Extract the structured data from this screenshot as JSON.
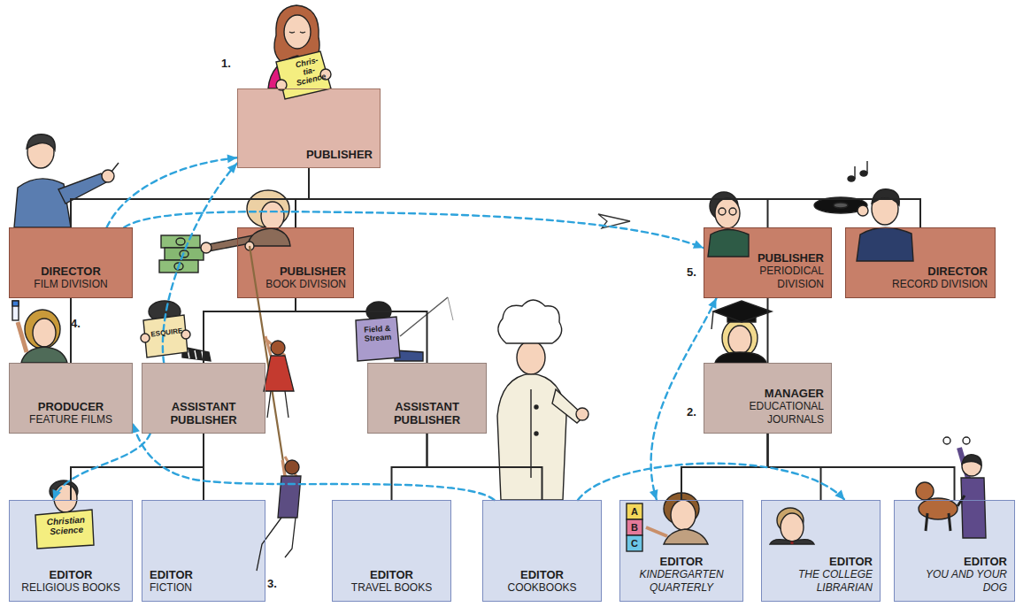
{
  "diagram": {
    "nodes": [
      {
        "text": [
          "PUBLISHER"
        ]
      },
      {
        "text": [
          "DIRECTOR",
          "FILM DIVISION"
        ]
      },
      {
        "text": [
          "PUBLISHER",
          "BOOK DIVISION"
        ]
      },
      {
        "text": [
          "PUBLISHER",
          "PERIODICAL DIVISION"
        ]
      },
      {
        "text": [
          "DIRECTOR",
          "RECORD DIVISION"
        ]
      },
      {
        "text": [
          "PRODUCER",
          "FEATURE FILMS"
        ]
      },
      {
        "text": [
          "ASSISTANT PUBLISHER"
        ]
      },
      {
        "text": [
          "ASSISTANT PUBLISHER"
        ]
      },
      {
        "text": [
          "MANAGER",
          "EDUCATIONAL JOURNALS"
        ]
      },
      {
        "text": [
          "EDITOR",
          "RELIGIOUS BOOKS"
        ]
      },
      {
        "text": [
          "EDITOR",
          "FICTION"
        ]
      },
      {
        "text": [
          "EDITOR",
          "TRAVEL BOOKS"
        ]
      },
      {
        "text": [
          "EDITOR",
          "COOKBOOKS"
        ]
      },
      {
        "text": [
          "EDITOR",
          "KINDERGARTEN QUARTERLY"
        ]
      },
      {
        "text": [
          "EDITOR",
          "THE COLLEGE LIBRARIAN"
        ]
      },
      {
        "text": [
          "EDITOR",
          "YOU AND YOUR DOG"
        ]
      }
    ],
    "edges": [
      {
        "from": 0,
        "to": 1,
        "arrow": "none"
      },
      {
        "from": 0,
        "to": 2,
        "arrow": "none"
      },
      {
        "from": 0,
        "to": 3,
        "arrow": "none"
      },
      {
        "from": 0,
        "to": 4,
        "arrow": "none"
      },
      {
        "from": 1,
        "to": 5,
        "arrow": "none"
      },
      {
        "from": 2,
        "to": 6,
        "arrow": "none"
      },
      {
        "from": 2,
        "to": 7,
        "arrow": "none"
      },
      {
        "from": 3,
        "to": 8,
        "arrow": "none"
      },
      {
        "from": 6,
        "to": 9,
        "arrow": "none"
      },
      {
        "from": 6,
        "to": 10,
        "arrow": "none"
      },
      {
        "from": 7,
        "to": 11,
        "arrow": "none"
      },
      {
        "from": 7,
        "to": 12,
        "arrow": "none"
      },
      {
        "from": 8,
        "to": 13,
        "arrow": "none"
      },
      {
        "from": 8,
        "to": 14,
        "arrow": "none"
      },
      {
        "from": 8,
        "to": 15,
        "arrow": "none"
      },
      {
        "from": 1,
        "to": 0,
        "arrow": "to"
      },
      {
        "from": 1,
        "to": 3,
        "arrow": "to"
      },
      {
        "from": 6,
        "to": 0,
        "arrow": "to"
      },
      {
        "from": 6,
        "to": 9,
        "arrow": "to"
      },
      {
        "from": 12,
        "to": 5,
        "arrow": "to"
      },
      {
        "from": 12,
        "to": 14,
        "arrow": "to"
      },
      {
        "from": 3,
        "to": 13,
        "arrow": "both"
      }
    ],
    "labels": [
      "1.",
      "2.",
      "3.",
      "4.",
      "5.",
      "Chris- tia- Science",
      "ESQUIRE",
      "Field & Stream",
      "Christian Science",
      "A",
      "B",
      "C"
    ]
  }
}
